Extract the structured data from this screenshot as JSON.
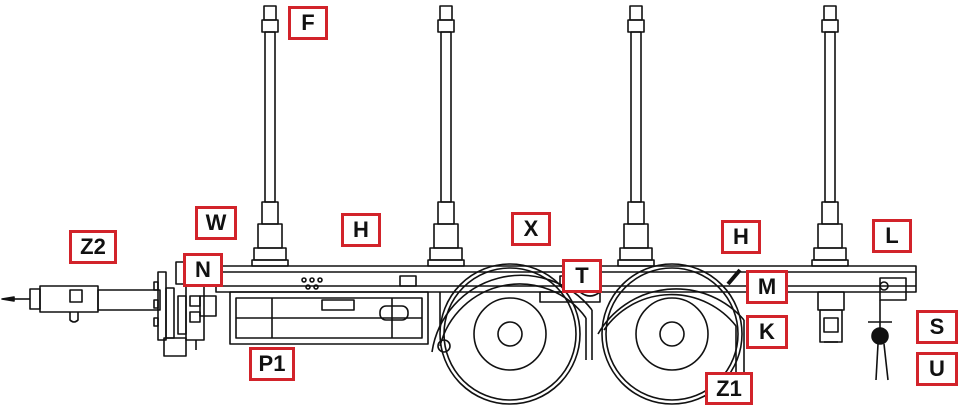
{
  "labels": {
    "F": "F",
    "W": "W",
    "H_left": "H",
    "X": "X",
    "H_right": "H",
    "L": "L",
    "Z2": "Z2",
    "N": "N",
    "T": "T",
    "M": "M",
    "K": "K",
    "S": "S",
    "P1": "P1",
    "U": "U",
    "Z1": "Z1"
  },
  "colors": {
    "label_border": "#d2232a",
    "line": "#111111",
    "background": "#ffffff"
  }
}
